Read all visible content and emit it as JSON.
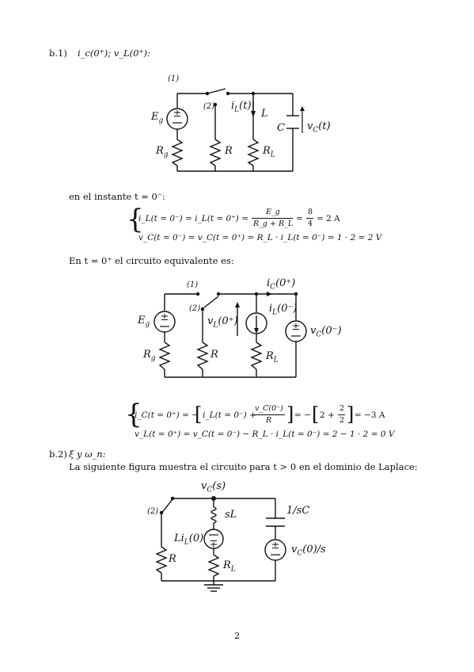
{
  "section_b1": {
    "label": "b.1)",
    "title": "i_c(0⁺); v_L(0⁺):"
  },
  "circuit1": {
    "eg": "E",
    "eg_sub": "g",
    "rg": "R",
    "rg_sub": "g",
    "r": "R",
    "rl": "R",
    "rl_sub": "L",
    "l": "L",
    "c": "C",
    "il": "i",
    "il_sub": "L",
    "il_arg": "(t)",
    "vc": "v",
    "vc_sub": "C",
    "vc_arg": "(t)",
    "pos1": "(1)",
    "pos2": "(2)"
  },
  "text_instant": "en el instante t = 0⁻:",
  "eq_block1": {
    "line1_lhs": "i_L(t = 0⁻) = i_L(t = 0⁺) =",
    "line1_num": "E_g",
    "line1_den": "R_g + R_L",
    "line1_eq": "=",
    "line1_num2": "8",
    "line1_den2": "4",
    "line1_rhs": "= 2 A",
    "line2": "v_C(t = 0⁻) = v_C(t = 0⁺) = R_L · i_L(t = 0⁻) = 1 · 2 = 2 V"
  },
  "text_equiv": "En t = 0⁺ el circuito equivalente es:",
  "circuit2": {
    "eg": "E",
    "eg_sub": "g",
    "rg": "R",
    "rg_sub": "g",
    "r": "R",
    "rl": "R",
    "rl_sub": "L",
    "vl": "v",
    "vl_sub": "L",
    "vl_arg": "(0⁺)",
    "il": "i",
    "il_sub": "L",
    "il_arg": "(0⁻)",
    "ic": "i",
    "ic_sub": "C",
    "ic_arg": "(0⁺)",
    "vc": "v",
    "vc_sub": "C",
    "vc_arg": "(0⁻)",
    "pos1": "(1)",
    "pos2": "(2)"
  },
  "eq_block2": {
    "line1_lhs": "i_C(t = 0⁺) = −",
    "line1_inner": "i_L(t = 0⁻) +",
    "line1_num": "v_C(0⁻)",
    "line1_den": "R",
    "line1_mid": "= −",
    "line1_inner2": "2 +",
    "line1_num2": "2",
    "line1_den2": "2",
    "line1_rhs": "= −3 A",
    "line2": "v_L(t = 0⁺) = v_C(t = 0⁻) − R_L · i_L(t = 0⁻) = 2 − 1 · 2 = 0 V"
  },
  "section_b2": {
    "label": "b.2)",
    "title": "ξ y ω_n:",
    "text": "La siguiente figura muestra el circuito para t > 0 en el dominio de Laplace:"
  },
  "circuit3": {
    "vcs": "v",
    "vcs_sub": "C",
    "vcs_arg": "(s)",
    "sl": "sL",
    "lil": "Li",
    "lil_sub": "L",
    "lil_arg": "(0)",
    "r": "R",
    "rl": "R",
    "rl_sub": "L",
    "c": "1/sC",
    "vc0": "v",
    "vc0_sub": "C",
    "vc0_arg": "(0)/s",
    "pos2": "(2)"
  },
  "page_number": "2"
}
